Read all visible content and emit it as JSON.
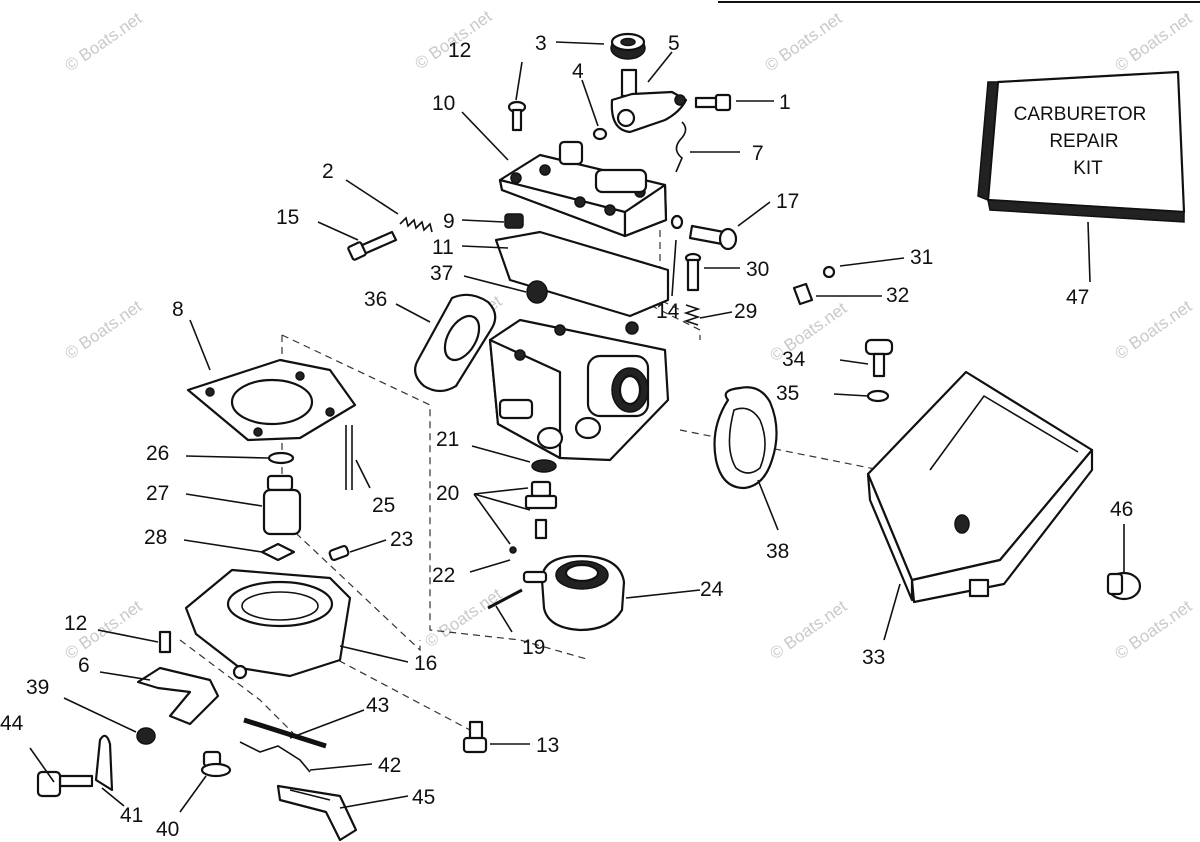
{
  "diagram": {
    "kit_label_lines": [
      "CARBURETOR",
      "REPAIR",
      "KIT"
    ],
    "watermark_text": "© Boats.net",
    "callouts": [
      {
        "id": "c3",
        "text": "3"
      },
      {
        "id": "c5",
        "text": "5"
      },
      {
        "id": "c12a",
        "text": "12"
      },
      {
        "id": "c4",
        "text": "4"
      },
      {
        "id": "c1",
        "text": "1"
      },
      {
        "id": "c10",
        "text": "10"
      },
      {
        "id": "c7",
        "text": "7"
      },
      {
        "id": "c2",
        "text": "2"
      },
      {
        "id": "c17",
        "text": "17"
      },
      {
        "id": "c15",
        "text": "15"
      },
      {
        "id": "c9",
        "text": "9"
      },
      {
        "id": "c11",
        "text": "11"
      },
      {
        "id": "c30",
        "text": "30"
      },
      {
        "id": "c31",
        "text": "31"
      },
      {
        "id": "c37",
        "text": "37"
      },
      {
        "id": "c14",
        "text": "14"
      },
      {
        "id": "c29",
        "text": "29"
      },
      {
        "id": "c32",
        "text": "32"
      },
      {
        "id": "c47",
        "text": "47"
      },
      {
        "id": "c8",
        "text": "8"
      },
      {
        "id": "c36",
        "text": "36"
      },
      {
        "id": "c34",
        "text": "34"
      },
      {
        "id": "c35",
        "text": "35"
      },
      {
        "id": "c21",
        "text": "21"
      },
      {
        "id": "c26",
        "text": "26"
      },
      {
        "id": "c20",
        "text": "20"
      },
      {
        "id": "c25",
        "text": "25"
      },
      {
        "id": "c27",
        "text": "27"
      },
      {
        "id": "c38",
        "text": "38"
      },
      {
        "id": "c46",
        "text": "46"
      },
      {
        "id": "c28",
        "text": "28"
      },
      {
        "id": "c23",
        "text": "23"
      },
      {
        "id": "c22",
        "text": "22"
      },
      {
        "id": "c24",
        "text": "24"
      },
      {
        "id": "c12b",
        "text": "12"
      },
      {
        "id": "c19",
        "text": "19"
      },
      {
        "id": "c16",
        "text": "16"
      },
      {
        "id": "c33",
        "text": "33"
      },
      {
        "id": "c6",
        "text": "6"
      },
      {
        "id": "c39",
        "text": "39"
      },
      {
        "id": "c43",
        "text": "43"
      },
      {
        "id": "c44",
        "text": "44"
      },
      {
        "id": "c13",
        "text": "13"
      },
      {
        "id": "c42",
        "text": "42"
      },
      {
        "id": "c41",
        "text": "41"
      },
      {
        "id": "c45",
        "text": "45"
      },
      {
        "id": "c40",
        "text": "40"
      }
    ]
  }
}
